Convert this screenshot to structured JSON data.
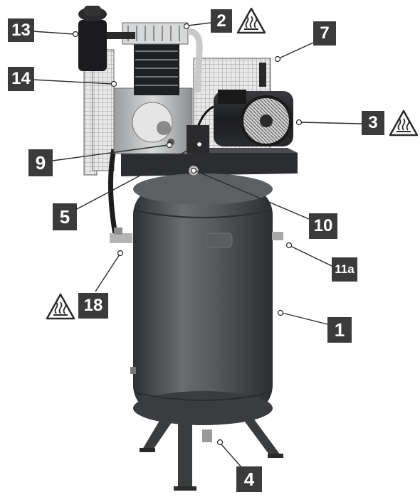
{
  "diagram": {
    "callouts": [
      {
        "id": "c13",
        "text": "13"
      },
      {
        "id": "c2",
        "text": "2"
      },
      {
        "id": "c7",
        "text": "7"
      },
      {
        "id": "c14",
        "text": "14"
      },
      {
        "id": "c3",
        "text": "3"
      },
      {
        "id": "c9",
        "text": "9"
      },
      {
        "id": "c5",
        "text": "5"
      },
      {
        "id": "c10",
        "text": "10"
      },
      {
        "id": "c11a",
        "text": "11a"
      },
      {
        "id": "c18",
        "text": "18"
      },
      {
        "id": "c1",
        "text": "1"
      },
      {
        "id": "c4",
        "text": "4"
      }
    ],
    "warning_icons": [
      "hot-surface-warning-icon",
      "hot-surface-warning-icon",
      "hot-surface-warning-icon"
    ],
    "colors": {
      "label_bg": "#3b3b3b",
      "label_text": "#ffffff",
      "tank": "#4a4c4f",
      "frame": "#2f3033"
    }
  }
}
